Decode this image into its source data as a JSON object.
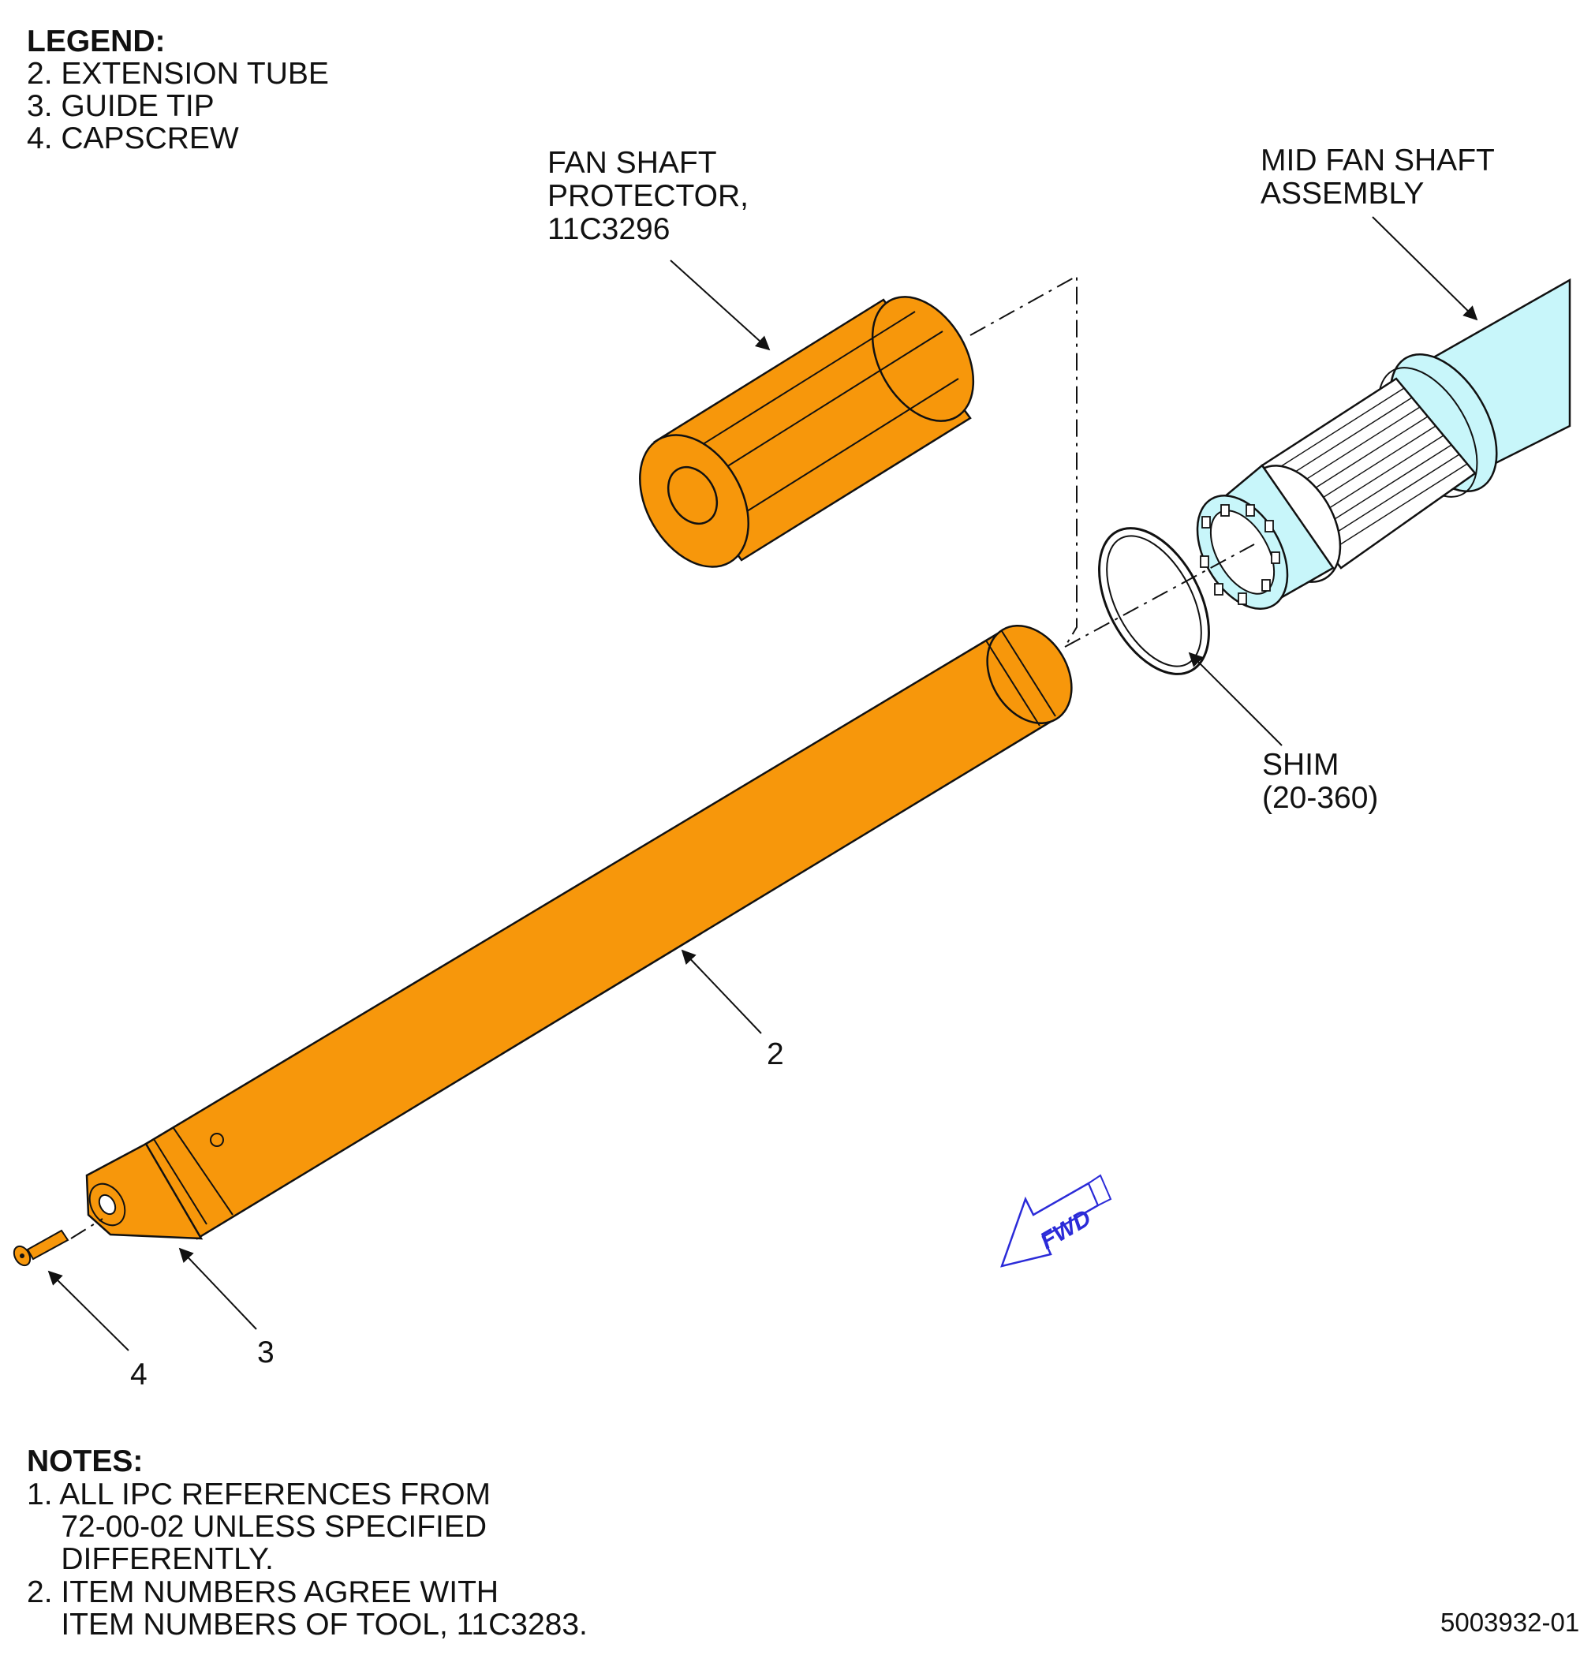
{
  "legend": {
    "title": "LEGEND:",
    "items": [
      "2. EXTENSION TUBE",
      "3. GUIDE TIP",
      "4. CAPSCREW"
    ]
  },
  "callouts": {
    "fan_shaft_protector": [
      "FAN SHAFT",
      "PROTECTOR,",
      "11C3296"
    ],
    "mid_fan_shaft": [
      "MID FAN SHAFT",
      "ASSEMBLY"
    ],
    "shim": [
      "SHIM",
      "(20-360)"
    ],
    "item_2": "2",
    "item_3": "3",
    "item_4": "4"
  },
  "fwd_label": "FWD",
  "notes": {
    "title": "NOTES:",
    "items": [
      [
        "1. ALL IPC REFERENCES FROM",
        "    72-00-02 UNLESS SPECIFIED",
        "    DIFFERENTLY."
      ],
      [
        "2. ITEM NUMBERS AGREE WITH",
        "    ITEM NUMBERS OF TOOL, 11C3283."
      ]
    ]
  },
  "figure_id": "5003932-01",
  "colors": {
    "tool_orange": "#F7970B",
    "shaft_cyan": "#C8F6FA",
    "fwd_blue": "#2B2BD8",
    "line": "#111111"
  }
}
